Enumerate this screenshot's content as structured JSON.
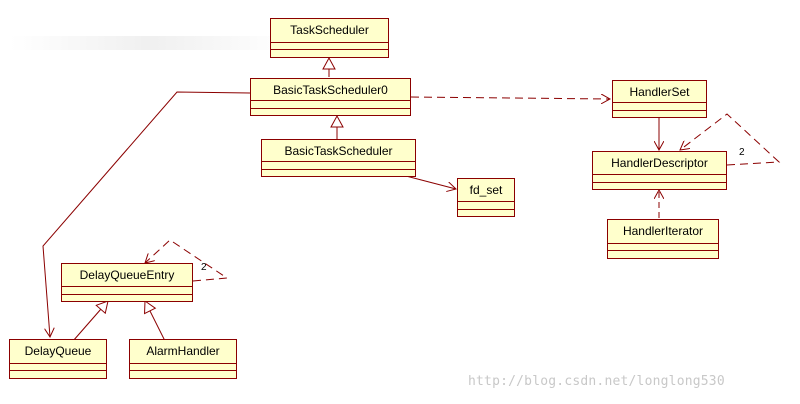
{
  "classes": {
    "task_scheduler": "TaskScheduler",
    "basic_task_scheduler0": "BasicTaskScheduler0",
    "basic_task_scheduler": "BasicTaskScheduler",
    "fd_set": "fd_set",
    "handler_set": "HandlerSet",
    "handler_descriptor": "HandlerDescriptor",
    "handler_iterator": "HandlerIterator",
    "delay_queue_entry": "DelayQueueEntry",
    "delay_queue": "DelayQueue",
    "alarm_handler": "AlarmHandler"
  },
  "multiplicities": {
    "handler_descriptor_self": "2",
    "delay_queue_entry_self": "2"
  },
  "watermark": "http://blog.csdn.net/longlong530",
  "colors": {
    "line": "#8b0000",
    "box_fill": "#ffffcc"
  }
}
